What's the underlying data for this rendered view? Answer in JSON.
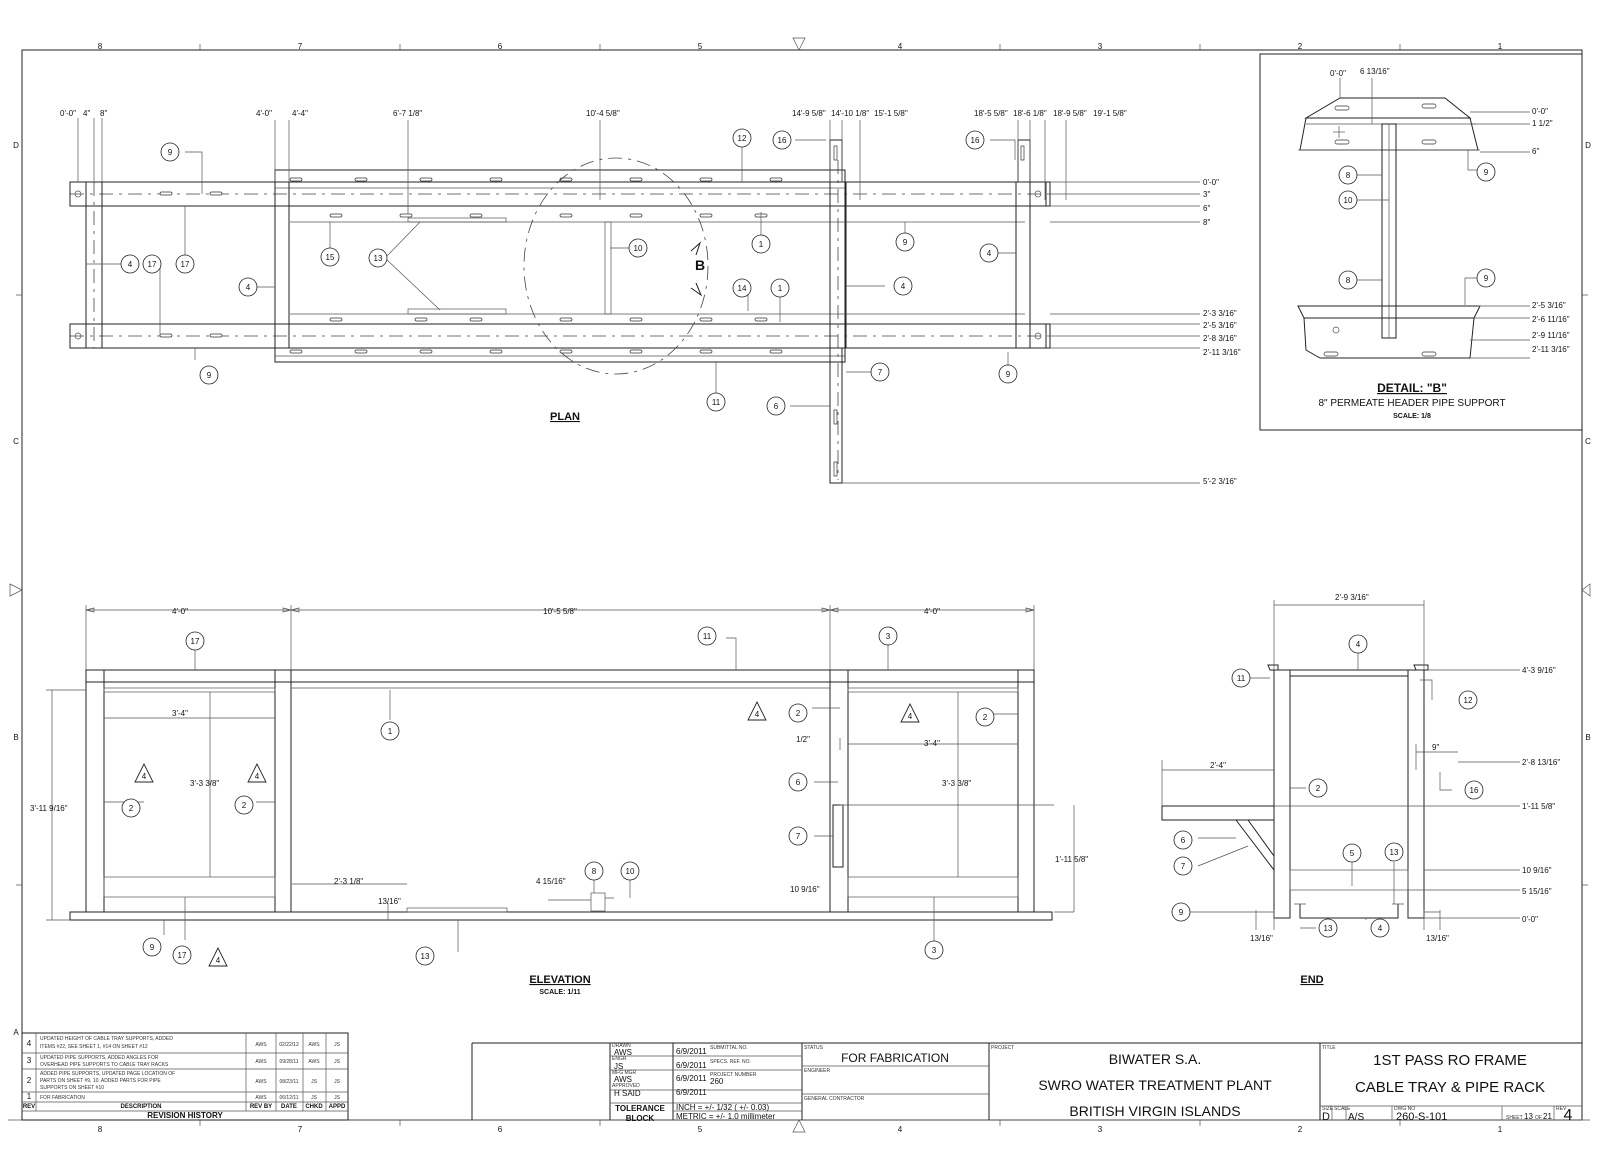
{
  "zone_columns": [
    "8",
    "7",
    "6",
    "5",
    "4",
    "3",
    "2",
    "1"
  ],
  "zone_rows": [
    "D",
    "C",
    "B",
    "A"
  ],
  "plan": {
    "label": "PLAN",
    "top_dims": [
      "0'-0\"",
      "4\"",
      "8\"",
      "4'-0\"",
      "4'-4\"",
      "6'-7 1/8\"",
      "10'-4 5/8\"",
      "14'-9 5/8\"",
      "14'-10 1/8\"",
      "15'-1 5/8\"",
      "18'-5 5/8\"",
      "18'-6 1/8\"",
      "18'-9 5/8\"",
      "19'-1 5/8\""
    ],
    "right_dims": [
      "0'-0\"",
      "3\"",
      "6\"",
      "8\"",
      "2'-3 3/16\"",
      "2'-5 3/16\"",
      "2'-8 3/16\"",
      "2'-11 3/16\"",
      "5'-2 3/16\""
    ],
    "detail_callout": "B",
    "balloons": [
      "9",
      "4",
      "17",
      "17",
      "4",
      "15",
      "13",
      "12",
      "16",
      "16",
      "10",
      "1",
      "9",
      "4",
      "14",
      "1",
      "4",
      "9",
      "11",
      "7",
      "6",
      "9"
    ]
  },
  "detail": {
    "title": "DETAIL:  \"B\"",
    "subtitle": "8\" PERMEATE HEADER PIPE SUPPORT",
    "scale": "SCALE: 1/8",
    "top_dims": [
      "0'-0\"",
      "6 13/16\""
    ],
    "right_dims": [
      "0'-0\"",
      "1 1/2\"",
      "6\"",
      "2'-5 3/16\"",
      "2'-6 11/16\"",
      "2'-9 11/16\"",
      "2'-11 3/16\""
    ],
    "balloons": [
      "9",
      "8",
      "10",
      "8",
      "9"
    ]
  },
  "elevation": {
    "label": "ELEVATION",
    "scale": "SCALE: 1/11",
    "dims": {
      "w_left": "4'-0\"",
      "w_mid": "10'-5 5/8\"",
      "w_right": "4'-0\"",
      "h_total": "3'-11 9/16\"",
      "w_inner_l": "3'-4\"",
      "h_inner_l": "3'-3 3/8\"",
      "w_inner_r": "3'-4\"",
      "h_inner_r": "3'-3 3/8\"",
      "half": "1/2\"",
      "x_pipe": "2'-3 1/8\"",
      "gap": "13/16\"",
      "small": "4 15/16\"",
      "h_right": "1'-11 5/8\"",
      "h_low": "10 9/16\""
    },
    "balloons": [
      "17",
      "11",
      "3",
      "1",
      "2",
      "2",
      "2",
      "2",
      "6",
      "7",
      "8",
      "10",
      "9",
      "17",
      "13",
      "3"
    ],
    "revision_tags": [
      "4",
      "4",
      "4",
      "4",
      "4"
    ]
  },
  "end": {
    "label": "END",
    "dims": {
      "width": "2'-9 3/16\"",
      "arm": "2'-4\"",
      "short": "9\"",
      "g1": "13/16\"",
      "g2": "13/16\"",
      "r1": "4'-3 9/16\"",
      "r2": "2'-8 13/16\"",
      "r3": "1'-11 5/8\"",
      "r4": "10 9/16\"",
      "r5": "5 15/16\"",
      "r6": "0'-0\""
    },
    "balloons": [
      "4",
      "11",
      "12",
      "2",
      "16",
      "6",
      "7",
      "5",
      "13",
      "9",
      "13",
      "4"
    ]
  },
  "revision_history": {
    "title": "REVISION HISTORY",
    "headers": [
      "REV",
      "DESCRIPTION",
      "REV BY",
      "DATE",
      "CHKD",
      "APPD"
    ],
    "rows": [
      {
        "rev": "4",
        "desc": [
          "UPDATED HEIGHT OF CABLE TRAY SUPPORTS, ADDED",
          "ITEMS #22, SEE SHEET 1, #14 ON SHEET #12"
        ],
        "by": "AWS",
        "date": "02/22/12",
        "chkd": "AWS",
        "appd": "JS"
      },
      {
        "rev": "3",
        "desc": [
          "UPDATED PIPE SUPPORTS, ADDED ANGLES FOR",
          "OVERHEAD PIPE SUPPORTS TO CABLE TRAY RACKS"
        ],
        "by": "AWS",
        "date": "09/28/11",
        "chkd": "AWS",
        "appd": "JS"
      },
      {
        "rev": "2",
        "desc": [
          "ADDED PIPE SUPPORTS, UPDATED PAGE LOCATION OF",
          "PARTS ON SHEET #9, 10.  ADDED PARTS FOR PIPE",
          "SUPPORTS ON SHEET #10"
        ],
        "by": "AWS",
        "date": "08/23/11",
        "chkd": "JS",
        "appd": "JS"
      },
      {
        "rev": "1",
        "desc": [
          "FOR FABRICATION"
        ],
        "by": "AWS",
        "date": "06/12/11",
        "chkd": "JS",
        "appd": "JS"
      }
    ]
  },
  "title_block": {
    "drawn_lbl": "DRAWN",
    "drawn": "AWS",
    "drawn_date": "6/9/2011",
    "engr_lbl": "ENGR",
    "engr": "JS",
    "engr_date": "6/9/2011",
    "mfg_lbl": "MFG MGR",
    "mfg": "AWS",
    "mfg_date": "6/9/2011",
    "appr_lbl": "APPROVED",
    "appr": "H SAID",
    "appr_date": "6/9/2011",
    "submittal_lbl": "SUBMITTAL NO.",
    "specs_lbl": "SPECS. REF. NO.",
    "projno_lbl": "PROJECT NUMBER",
    "projno": "260",
    "tolerance1": "TOLERANCE",
    "tolerance2": "BLOCK",
    "inch": "INCH = +/- 1/32 ( +/- 0.03)",
    "metric": "METRIC = +/- 1.0 millimeter",
    "status_lbl": "STATUS",
    "status": "FOR FABRICATION",
    "engineer_lbl": "ENGINEER",
    "gc_lbl": "GENERAL CONTRACTOR",
    "project_lbl": "PROJECT",
    "client": "BIWATER S.A.",
    "plant": "SWRO WATER TREATMENT PLANT",
    "location": "BRITISH VIRGIN ISLANDS",
    "title_lbl": "TITLE",
    "title1": "1ST PASS RO FRAME",
    "title2": "CABLE TRAY & PIPE RACK",
    "size_lbl": "SIZE",
    "size": "D",
    "scale_lbl": "SCALE",
    "scale": "A/S",
    "dwg_lbl": "DWG NO",
    "dwg": "260-S-101",
    "sheet_lbl": "SHEET",
    "sheet": "13",
    "of_lbl": "OF",
    "of": "21",
    "rev_lbl": "REV",
    "rev": "4"
  }
}
